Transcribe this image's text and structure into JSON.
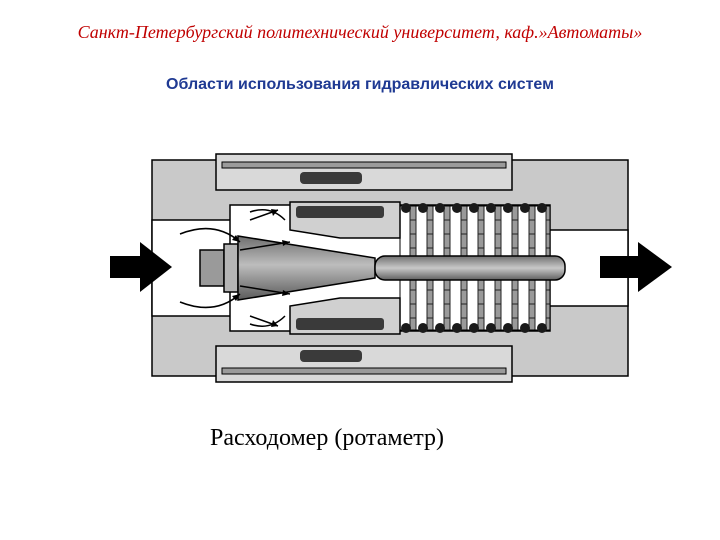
{
  "header": {
    "text": "Санкт-Петербургский политехнический университет, каф.»Автоматы»"
  },
  "slide": {
    "title": "Области использования гидравлических систем"
  },
  "figure": {
    "caption": "Расходомер (ротаметр)"
  },
  "colors": {
    "header": "#c00000",
    "title": "#1f3a93",
    "body_gray": "#c9c9c9",
    "dark": "#3a3a3a"
  }
}
